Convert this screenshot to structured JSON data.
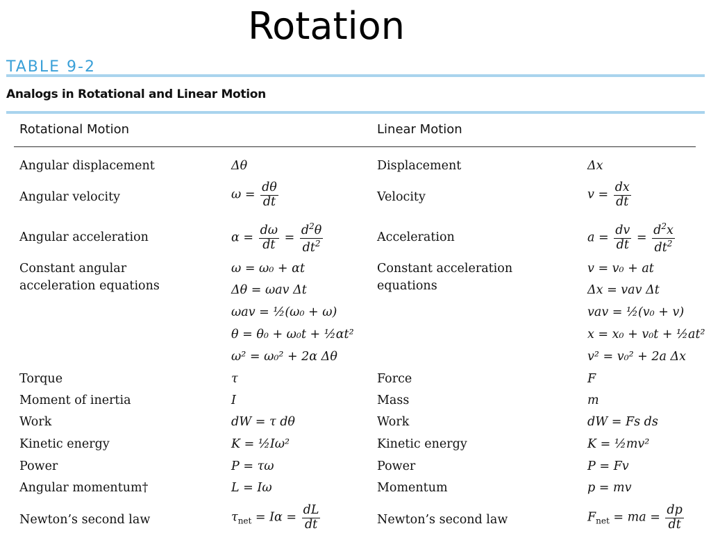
{
  "slide_title": "Rotation",
  "table_label": "TABLE 9-2",
  "table_caption": "Analogs in Rotational and Linear Motion",
  "headers": {
    "rotational": "Rotational Motion",
    "linear": "Linear Motion"
  },
  "rows": {
    "angular_displacement": {
      "rot_name": "Angular displacement",
      "rot_eq": "Δθ",
      "lin_name": "Displacement",
      "lin_eq": "Δx"
    },
    "angular_velocity": {
      "rot_name": "Angular velocity",
      "lin_name": "Velocity"
    },
    "angular_acceleration": {
      "rot_name": "Angular acceleration",
      "lin_name": "Acceleration"
    },
    "constant": {
      "rot_name_1": "Constant angular",
      "rot_name_2": "acceleration equations",
      "lin_name_1": "Constant acceleration",
      "lin_name_2": "equations",
      "rot_eqs": [
        "ω = ω₀ + αt",
        "Δθ = ωav Δt",
        "ωav = ½(ω₀ + ω)",
        "θ = θ₀ + ω₀t + ½αt²",
        "ω² = ω₀² + 2α Δθ"
      ],
      "lin_eqs": [
        "v = v₀ + at",
        "Δx = vav Δt",
        "vav = ½(v₀ + v)",
        "x = x₀ + v₀t + ½at²",
        "v² = v₀² + 2a Δx"
      ]
    },
    "torque": {
      "rot_name": "Torque",
      "rot_eq": "τ",
      "lin_name": "Force",
      "lin_eq": "F"
    },
    "inertia": {
      "rot_name": "Moment of inertia",
      "rot_eq": "I",
      "lin_name": "Mass",
      "lin_eq": "m"
    },
    "work": {
      "rot_name": "Work",
      "rot_eq": "dW = τ dθ",
      "lin_name": "Work",
      "lin_eq": "dW = Fs ds"
    },
    "kinetic": {
      "rot_name": "Kinetic energy",
      "rot_eq": "K = ½Iω²",
      "lin_name": "Kinetic energy",
      "lin_eq": "K = ½mv²"
    },
    "power": {
      "rot_name": "Power",
      "rot_eq": "P = τω",
      "lin_name": "Power",
      "lin_eq": "P = Fv"
    },
    "momentum": {
      "rot_name": "Angular momentum†",
      "rot_eq": "L = Iω",
      "lin_name": "Momentum",
      "lin_eq": "p = mv"
    },
    "newton": {
      "rot_name": "Newton’s second law",
      "lin_name": "Newton’s second law"
    }
  },
  "accent_color": "#3aa0d8",
  "rule_color": "#a9d4ee"
}
